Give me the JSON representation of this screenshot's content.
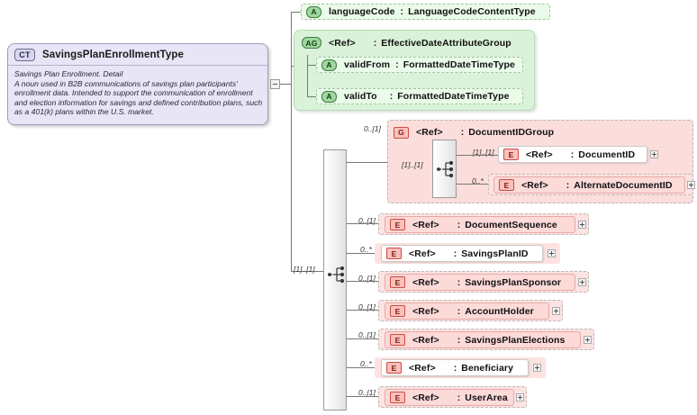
{
  "diagram": {
    "title": "SavingsPlanEnrollmentType",
    "kind_badge": "CT",
    "documentation": [
      "Savings Plan Enrollment. Detail",
      "A noun used in B2B communications of savings plan participants'",
      "enrollment  data. Intended to support the communication of enrollment",
      "and election information for savings and defined contribution plans, such",
      "as a 401(k) plans within the U.S. market."
    ],
    "colors": {
      "type_box_fill": "#e7e5f6",
      "attribute_fill": "#eafbe9",
      "attribute_group_fill": "#d9f2d9",
      "element_fill": "#fbdad8",
      "group_panel_fill": "#fbdedc",
      "line": "#777777"
    }
  },
  "attributes": [
    {
      "badge": "A",
      "name": "languageCode",
      "separator": ":",
      "type": "LanguageCodeContentType"
    }
  ],
  "attribute_group": {
    "badge": "AG",
    "name": "<Ref>",
    "separator": ":",
    "type": "EffectiveDateAttributeGroup",
    "members": [
      {
        "badge": "A",
        "name": "validFrom",
        "separator": ":",
        "type": "FormattedDateTimeType"
      },
      {
        "badge": "A",
        "name": "validTo",
        "separator": ":",
        "type": "FormattedDateTimeType"
      }
    ]
  },
  "sequence": {
    "cardinality": "[1]..[1]",
    "compositor": "sequence"
  },
  "group": {
    "badge": "G",
    "name": "<Ref>",
    "separator": ":",
    "type": "DocumentIDGroup",
    "cardinality": "0..[1]",
    "inner_sequence_cardinality": "[1]..[1]",
    "members": [
      {
        "badge": "E",
        "name": "<Ref>",
        "separator": ":",
        "type": "DocumentID",
        "cardinality": "[1]..[1]",
        "optional": false,
        "expandable": true
      },
      {
        "badge": "E",
        "name": "<Ref>",
        "separator": ":",
        "type": "AlternateDocumentID",
        "cardinality": "0..*",
        "optional": true,
        "expandable": true
      }
    ]
  },
  "elements": [
    {
      "badge": "E",
      "name": "<Ref>",
      "separator": ":",
      "type": "DocumentSequence",
      "cardinality": "0..[1]",
      "optional": true,
      "expandable": true
    },
    {
      "badge": "E",
      "name": "<Ref>",
      "separator": ":",
      "type": "SavingsPlanID",
      "cardinality": "0..*",
      "optional": false,
      "expandable": true
    },
    {
      "badge": "E",
      "name": "<Ref>",
      "separator": ":",
      "type": "SavingsPlanSponsor",
      "cardinality": "0..[1]",
      "optional": true,
      "expandable": true
    },
    {
      "badge": "E",
      "name": "<Ref>",
      "separator": ":",
      "type": "AccountHolder",
      "cardinality": "0..[1]",
      "optional": true,
      "expandable": true
    },
    {
      "badge": "E",
      "name": "<Ref>",
      "separator": ":",
      "type": "SavingsPlanElections",
      "cardinality": "0..[1]",
      "optional": true,
      "expandable": true
    },
    {
      "badge": "E",
      "name": "<Ref>",
      "separator": ":",
      "type": "Beneficiary",
      "cardinality": "0..*",
      "optional": false,
      "expandable": true
    },
    {
      "badge": "E",
      "name": "<Ref>",
      "separator": ":",
      "type": "UserArea",
      "cardinality": "0..[1]",
      "optional": true,
      "expandable": true
    }
  ]
}
